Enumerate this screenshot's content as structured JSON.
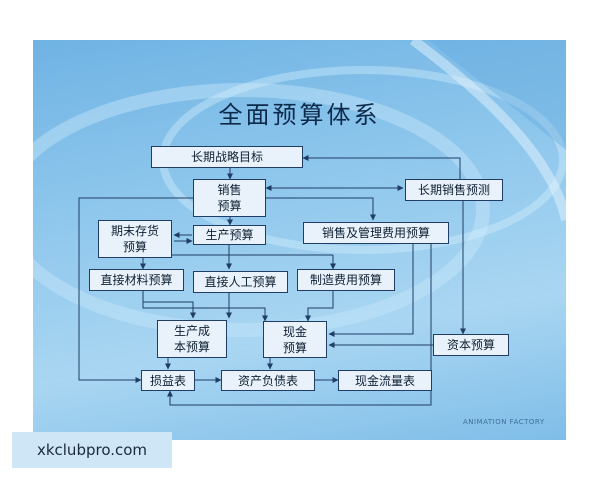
{
  "slide": {
    "title": "全面预算体系",
    "watermark": "ANIMATION FACTORY"
  },
  "nodes": {
    "long_term_goal": "长期战略目标",
    "sales_budget_line1": "销售",
    "sales_budget_line2": "预算",
    "long_term_sales_forecast": "长期销售预测",
    "ending_inventory_line1": "期末存货",
    "ending_inventory_line2": "预算",
    "production_budget": "生产预算",
    "selling_admin_budget": "销售及管理费用预算",
    "direct_material_budget": "直接材料预算",
    "direct_labor_budget": "直接人工预算",
    "overhead_budget": "制造费用预算",
    "production_cost_line1": "生产成",
    "production_cost_line2": "本预算",
    "cash_budget_line1": "现金",
    "cash_budget_line2": "预算",
    "capital_budget": "资本预算",
    "income_statement": "损益表",
    "balance_sheet": "资产负债表",
    "cash_flow_statement": "现金流量表"
  },
  "colors": {
    "box_fill": "#e9f2fa",
    "box_border": "#1f3d66",
    "line": "#1f3d66"
  },
  "site_label": "xkclubpro.com"
}
